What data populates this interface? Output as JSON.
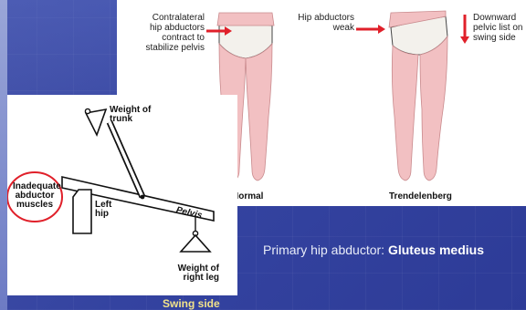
{
  "gait_figure": {
    "normal_caption": "Normal",
    "trendelenberg_caption": "Trendelenberg",
    "note_contralateral": [
      "Contralateral",
      "hip abductors",
      "contract to",
      "stabilize pelvis"
    ],
    "note_weak": [
      "Hip abductors",
      "weak"
    ],
    "note_downward": [
      "Downward",
      "pelvic list on",
      "swing side"
    ]
  },
  "lever_figure": {
    "weight_trunk": [
      "Weight of",
      "trunk"
    ],
    "inadequate": [
      "Inadequate",
      "abductor",
      "muscles"
    ],
    "left_hip": [
      "Left",
      "hip"
    ],
    "pelvis": "Pelvis",
    "weight_leg": [
      "Weight of",
      "right leg"
    ]
  },
  "swing_side": "Swing side",
  "caption": {
    "prefix": "Primary hip abductor: ",
    "muscle": "Gluteus medius"
  },
  "colors": {
    "background": "#3a4aa0",
    "arrow_red": "#e0202a",
    "skin": "#f2c0c2",
    "swing_label": "#f2e38a"
  }
}
